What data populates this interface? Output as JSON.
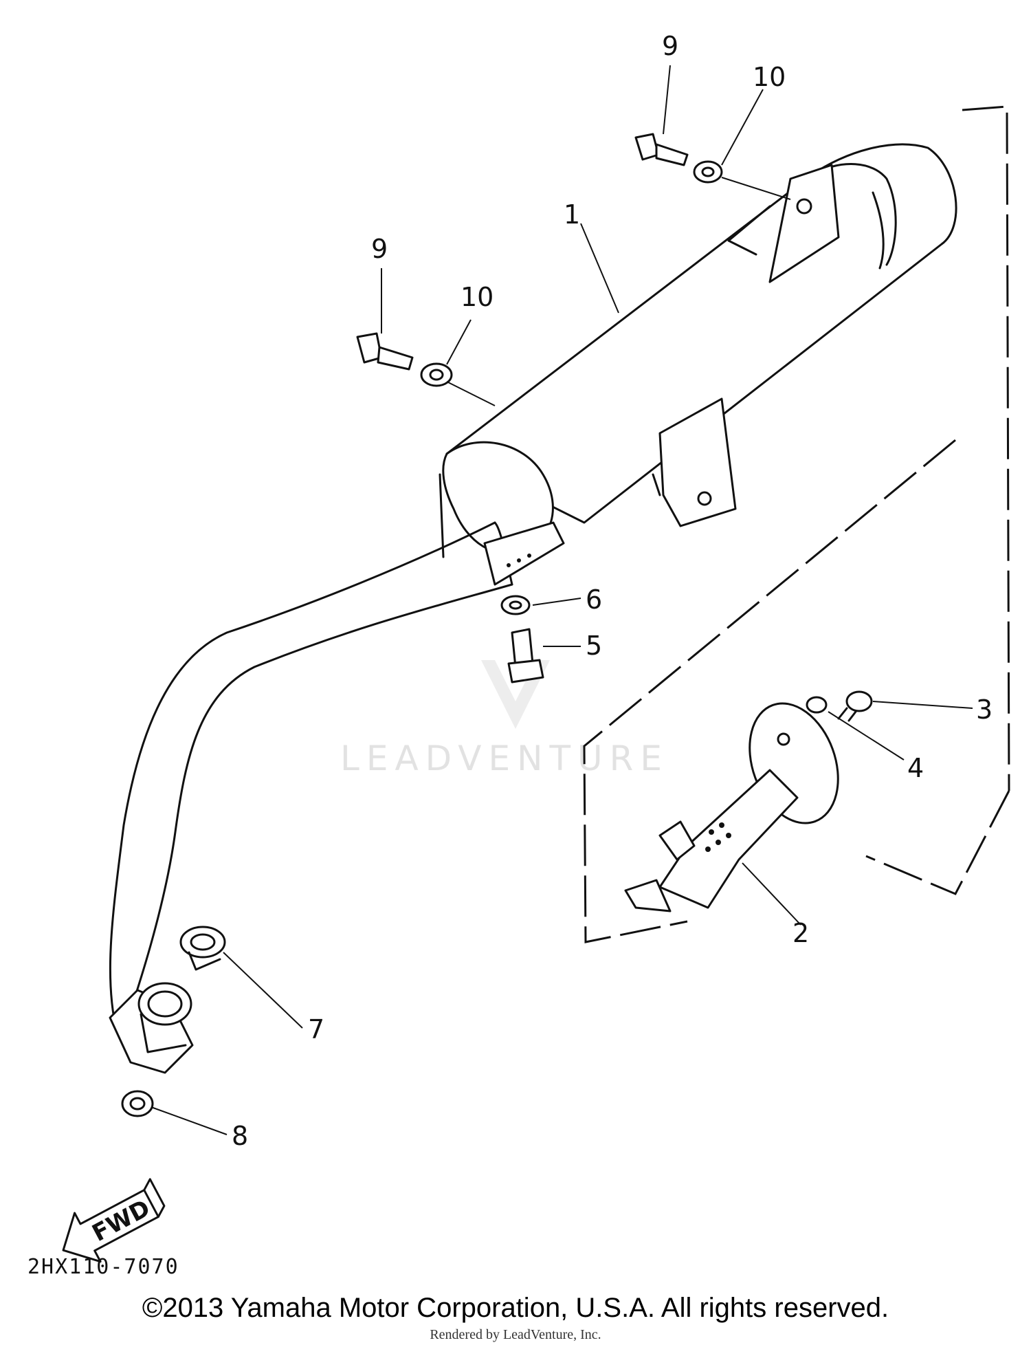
{
  "callouts": {
    "c1": "1",
    "c2": "2",
    "c3": "3",
    "c4": "4",
    "c5": "5",
    "c6": "6",
    "c7": "7",
    "c8": "8",
    "c9a": "9",
    "c9b": "9",
    "c10a": "10",
    "c10b": "10"
  },
  "fwd_label": "FWD",
  "diagram_code": "2HX110-7070",
  "watermark": "LEADVENTURE",
  "copyright": "©2013 Yamaha Motor Corporation, U.S.A. All rights reserved.",
  "rendered_by": "Rendered by LeadVenture, Inc."
}
